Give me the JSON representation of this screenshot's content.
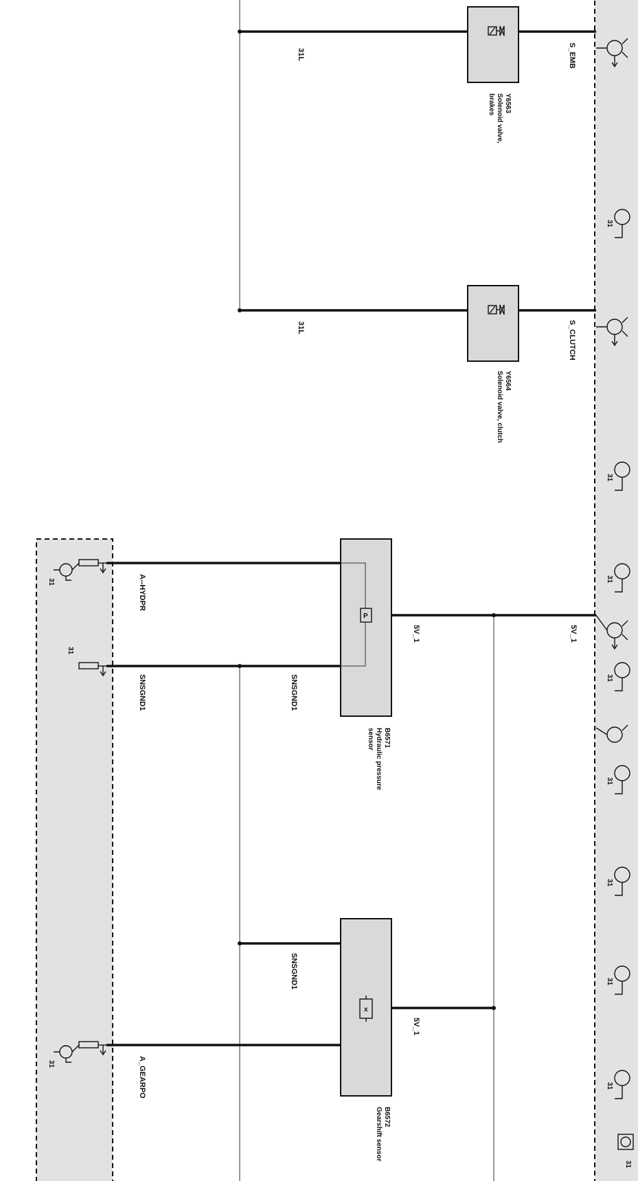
{
  "wires": {
    "s_emb": "S_EMB",
    "s_clutch": "S_CLUTCH",
    "ground_31l_a": "31L",
    "ground_31l_b": "31L",
    "supply_5v1_a": "5V_1",
    "supply_5v1_b": "5V_1",
    "supply_5v1_c": "5V_1",
    "a_hydpr": "A--HYDPR",
    "snsgnd1_a": "SNSGND1",
    "snsgnd1_b": "SNSGND1",
    "snsgnd1_c": "SNSGND1",
    "a_gearpo": "A_GEARPO"
  },
  "components": {
    "y6563": {
      "id": "Y6563",
      "line1": "Solenoid valve,",
      "line2": "brakes"
    },
    "y6564": {
      "id": "Y6564",
      "line1": "Solenoid valve, clutch"
    },
    "b6571": {
      "id": "B6571",
      "line1": "Hydraulic pressure",
      "line2": "sensor",
      "symbol": "P"
    },
    "b6572": {
      "id": "B6572",
      "line1": "Gearshift sensor",
      "symbol": "x"
    }
  },
  "ground_label": "31",
  "icons": [
    "transistor-icon",
    "resistor-icon",
    "ground-arrow-icon",
    "valve-coil-icon",
    "pressure-sensor-icon",
    "position-sensor-icon"
  ]
}
